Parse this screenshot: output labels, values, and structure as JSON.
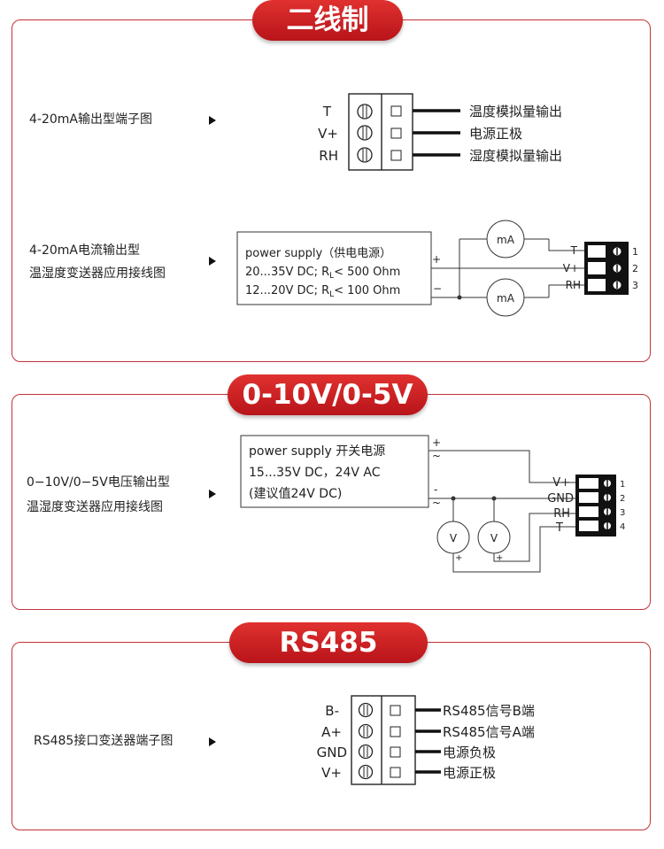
{
  "sections": {
    "two_wire": {
      "title": "二线制",
      "terminal_label": "4-20mA输出型端子图",
      "terminal_pins": [
        "T",
        "V+",
        "RH"
      ],
      "terminal_outputs": [
        "温度模拟量输出",
        "电源正极",
        "湿度模拟量输出"
      ],
      "wiring_label_line1": "4-20mA电流输出型",
      "wiring_label_line2": "温湿度变送器应用接线图",
      "power_line1": "power supply（供电电源）",
      "power_line2": "20...35V DC; R",
      "power_line2_sub": "L",
      "power_line2_tail": "< 500 Ohm",
      "power_line3": "12...20V DC; R",
      "power_line3_sub": "L",
      "power_line3_tail": "< 100 Ohm",
      "plus": "+",
      "minus": "−",
      "meter": "mA",
      "wire_labels": [
        "T",
        "V+",
        "RH"
      ],
      "block_numbers": [
        "1",
        "2",
        "3"
      ]
    },
    "voltage": {
      "title": "0-10V/0-5V",
      "wiring_label_line1": "0−10V/0−5V电压输出型",
      "wiring_label_line2": "温湿度变送器应用接线图",
      "power_line1": "power supply 开关电源",
      "power_line2": "15...35V DC，24V AC",
      "power_line3": "(建议值24V DC)",
      "plus": "+",
      "minus": "-",
      "tilde": "~",
      "meter": "V",
      "meter_plus": "+",
      "wire_labels": [
        "V+",
        "GND",
        "RH",
        "T"
      ],
      "block_numbers": [
        "1",
        "2",
        "3",
        "4"
      ]
    },
    "rs485": {
      "title": "RS485",
      "terminal_label": "RS485接口变送器端子图",
      "terminal_pins": [
        "B-",
        "A+",
        "GND",
        "V+"
      ],
      "terminal_outputs": [
        "RS485信号B端",
        "RS485信号A端",
        "电源负极",
        "电源正极"
      ]
    }
  },
  "colors": {
    "accent": "#c3323a",
    "badge_top": "#e0312f",
    "badge_bottom": "#b8141a"
  }
}
